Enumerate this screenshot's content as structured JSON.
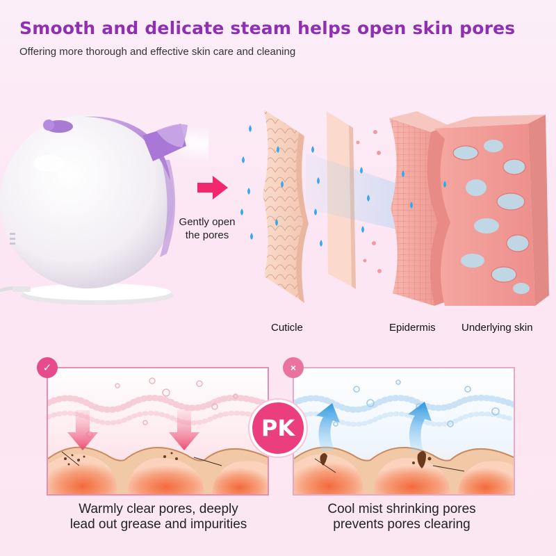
{
  "header": {
    "title": "Smooth and delicate steam helps open skin pores",
    "subtitle": "Offering more thorough and effective skin care and cleaning"
  },
  "diagram": {
    "note_line1": "Gently open",
    "note_line2": "the pores",
    "layers": {
      "cuticle": "Cuticle",
      "epidermis": "Epidermis",
      "underlying": "Underlying skin"
    }
  },
  "comparison": {
    "vs_label": "PK",
    "left": {
      "badge": "✓",
      "caption_line1": "Warmly clear pores, deeply",
      "caption_line2": "lead out grease and impurities"
    },
    "right": {
      "badge": "×",
      "caption_line1": "Cool mist shrinking pores",
      "caption_line2": "prevents pores clearing"
    }
  },
  "colors": {
    "title": "#8f2fb2",
    "accent_pink": "#ea3e7e",
    "arrow_pink": "#f2286f",
    "steam_blue": "#3aa7e8"
  },
  "icons": {
    "left_badge": "check-icon",
    "right_badge": "cross-icon",
    "pointer": "arrow-right-icon"
  }
}
